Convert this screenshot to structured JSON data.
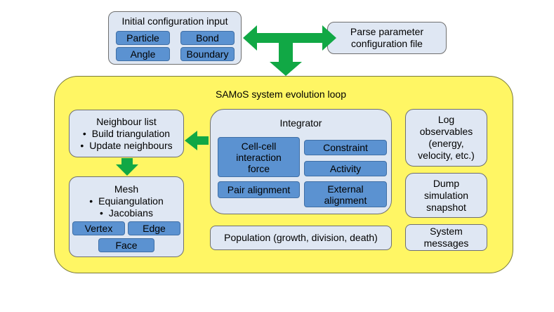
{
  "config_input": {
    "title": "Initial configuration input",
    "chips": [
      "Particle",
      "Bond",
      "Angle",
      "Boundary"
    ]
  },
  "parse_box": {
    "line1": "Parse parameter",
    "line2": "configuration file"
  },
  "loop": {
    "title": "SAMoS system evolution loop"
  },
  "neighbour_list": {
    "title": "Neighbour list",
    "items": [
      "Build triangulation",
      "Update neighbours"
    ]
  },
  "mesh": {
    "title": "Mesh",
    "items": [
      "Equiangulation",
      "Jacobians"
    ],
    "chips": [
      "Vertex",
      "Edge",
      "Face"
    ]
  },
  "integrator": {
    "title": "Integrator",
    "cell_force": [
      "Cell-cell",
      "interaction",
      "force"
    ],
    "constraint": "Constraint",
    "activity": "Activity",
    "pair_alignment": "Pair alignment",
    "external_alignment": [
      "External",
      "alignment"
    ]
  },
  "population": {
    "label": "Population (growth, division, death)"
  },
  "log": {
    "lines": [
      "Log",
      "observables",
      "(energy,",
      "velocity, etc.)"
    ]
  },
  "dump": {
    "lines": [
      "Dump",
      "simulation",
      "snapshot"
    ]
  },
  "messages": {
    "lines": [
      "System",
      "messages"
    ]
  },
  "colors": {
    "arrow": "#11a845",
    "loop_fill": "#fff664",
    "box_fill": "#dfe7f3",
    "chip_fill": "#5b92d1"
  }
}
